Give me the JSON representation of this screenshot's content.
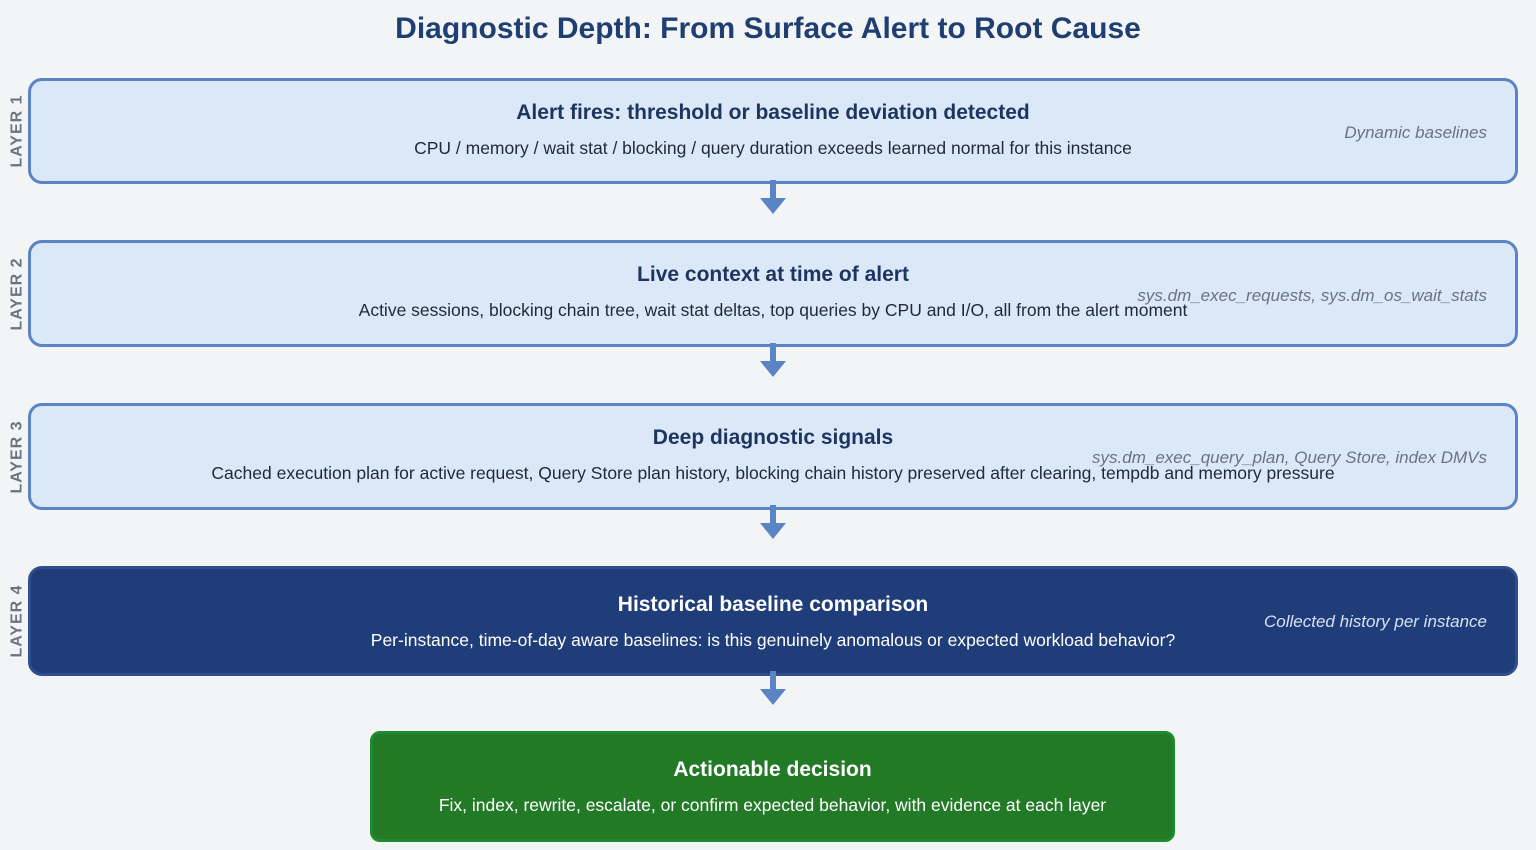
{
  "title": "Diagnostic Depth: From Surface Alert to Root Cause",
  "layers": [
    {
      "label": "LAYER 1",
      "title": "Alert fires: threshold or baseline deviation detected",
      "description": "CPU / memory / wait stat / blocking / query duration exceeds learned normal for this instance",
      "note": "Dynamic baselines"
    },
    {
      "label": "LAYER 2",
      "title": "Live context at time of alert",
      "description": "Active sessions, blocking chain tree, wait stat deltas, top queries by CPU and I/O, all from the alert moment",
      "note": "sys.dm_exec_requests, sys.dm_os_wait_stats"
    },
    {
      "label": "LAYER 3",
      "title": "Deep diagnostic signals",
      "description": "Cached execution plan for active request, Query Store plan history, blocking chain history preserved after clearing, tempdb and memory pressure",
      "note": "sys.dm_exec_query_plan, Query Store, index DMVs"
    },
    {
      "label": "LAYER 4",
      "title": "Historical baseline comparison",
      "description": "Per-instance, time-of-day aware baselines: is this genuinely anomalous or expected workload behavior?",
      "note": "Collected history per instance"
    }
  ],
  "outcome": {
    "title": "Actionable decision",
    "description": "Fix, index, rewrite, escalate, or confirm expected behavior, with evidence at each layer"
  },
  "colors": {
    "title": "#1f3f73",
    "layer_fill": "#dbe8f8",
    "layer_border": "#5b84c4",
    "layer4_fill": "#1f3d78",
    "outcome_fill": "#237a26",
    "arrow": "#5b84c4"
  }
}
